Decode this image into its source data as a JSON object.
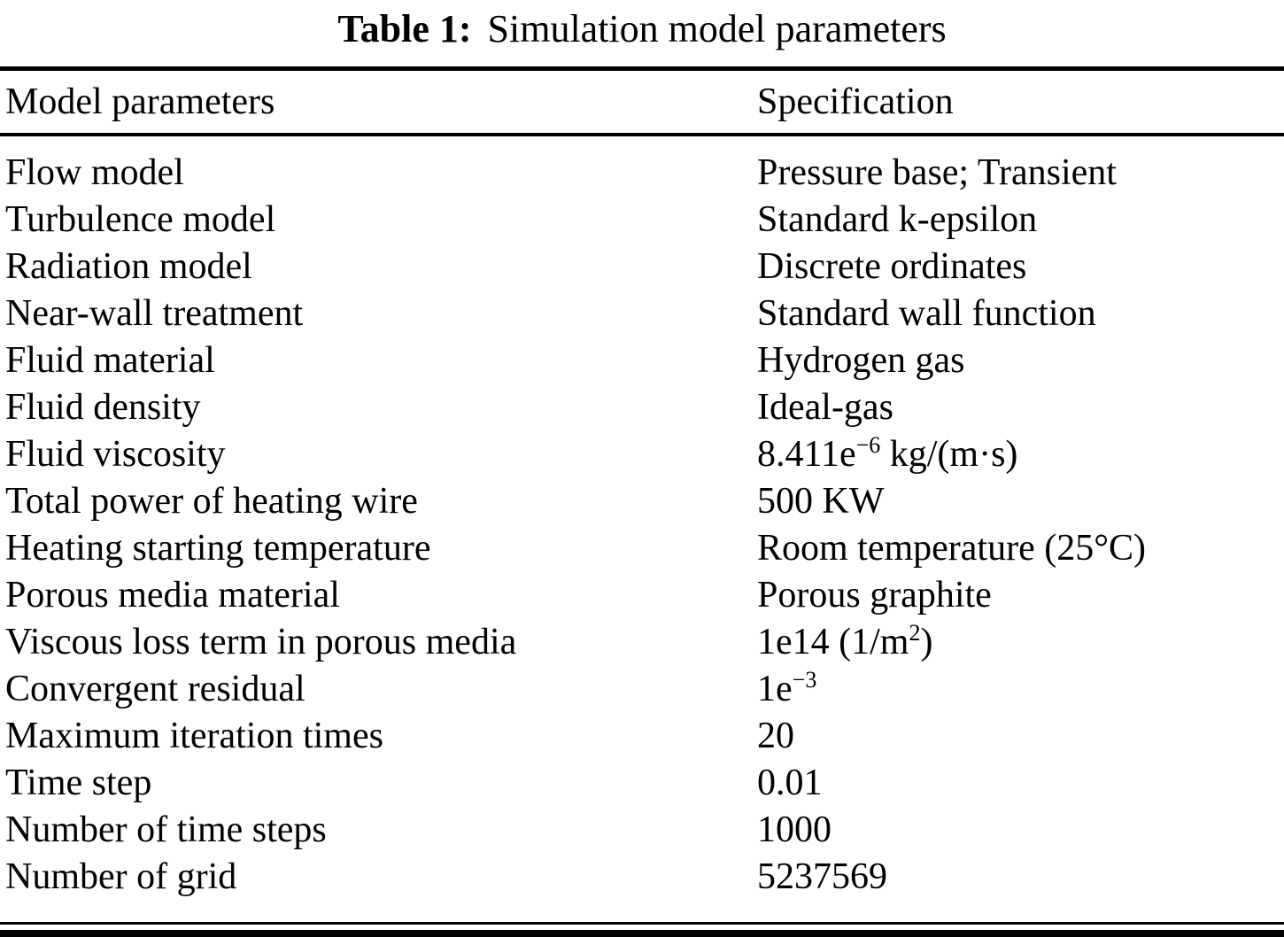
{
  "page": {
    "background_color": "#ffffff",
    "text_color": "#000000"
  },
  "caption": {
    "label": "Table 1:",
    "title": "Simulation model parameters"
  },
  "table": {
    "headers": [
      "Model parameters",
      "Specification"
    ],
    "rows": [
      {
        "param": "Flow model",
        "spec": [
          "Pressure base; Transient"
        ]
      },
      {
        "param": "Turbulence model",
        "spec": [
          "Standard k-epsilon"
        ]
      },
      {
        "param": "Radiation model",
        "spec": [
          "Discrete ordinates"
        ]
      },
      {
        "param": "Near-wall treatment",
        "spec": [
          "Standard wall function"
        ]
      },
      {
        "param": "Fluid material",
        "spec": [
          "Hydrogen gas"
        ]
      },
      {
        "param": "Fluid density",
        "spec": [
          "Ideal-gas"
        ]
      },
      {
        "param": "Fluid viscosity",
        "spec": [
          "8.411e",
          {
            "sup": "−6"
          },
          " kg/(m·s)"
        ]
      },
      {
        "param": "Total power of heating wire",
        "spec": [
          "500 KW"
        ]
      },
      {
        "param": "Heating starting temperature",
        "spec": [
          "Room temperature (25°C)"
        ]
      },
      {
        "param": "Porous media material",
        "spec": [
          "Porous graphite"
        ]
      },
      {
        "param": "Viscous loss term in porous media",
        "spec": [
          "1e14 (1/m",
          {
            "sup": "2"
          },
          ")"
        ]
      },
      {
        "param": "Convergent residual",
        "spec": [
          "1e",
          {
            "sup": "−3"
          }
        ]
      },
      {
        "param": "Maximum iteration times",
        "spec": [
          "20"
        ]
      },
      {
        "param": "Time step",
        "spec": [
          "0.01"
        ]
      },
      {
        "param": "Number of time steps",
        "spec": [
          "1000"
        ]
      },
      {
        "param": "Number of grid",
        "spec": [
          "5237569"
        ]
      }
    ]
  }
}
